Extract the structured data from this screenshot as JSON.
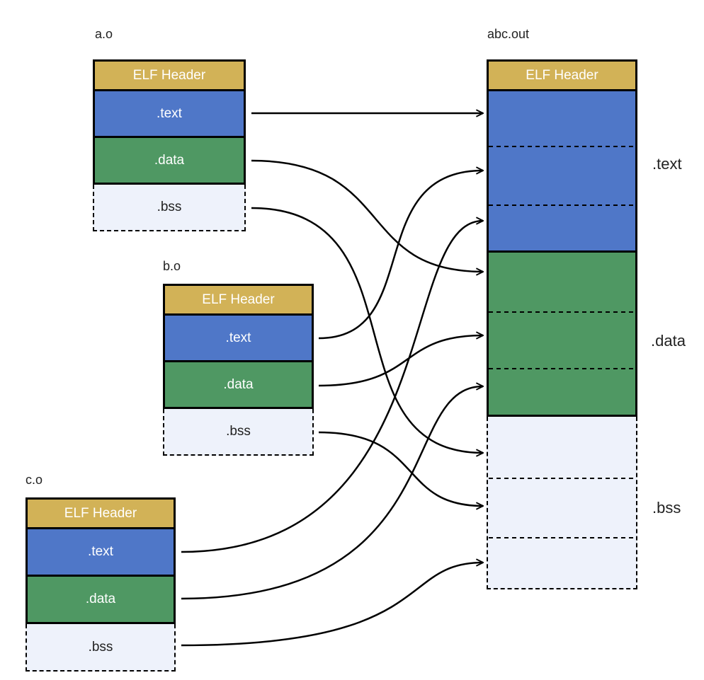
{
  "files": [
    {
      "id": "a",
      "name": "a.o",
      "header": "ELF Header",
      "text": ".text",
      "data": ".data",
      "bss": ".bss"
    },
    {
      "id": "b",
      "name": "b.o",
      "header": "ELF Header",
      "text": ".text",
      "data": ".data",
      "bss": ".bss"
    },
    {
      "id": "c",
      "name": "c.o",
      "header": "ELF Header",
      "text": ".text",
      "data": ".data",
      "bss": ".bss"
    }
  ],
  "output": {
    "name": "abc.out",
    "header": "ELF Header",
    "text_label": ".text",
    "data_label": ".data",
    "bss_label": ".bss"
  },
  "colors": {
    "header": "#d2b257",
    "text": "#4f77c8",
    "data": "#4f9863",
    "bss": "#eef2fb"
  }
}
